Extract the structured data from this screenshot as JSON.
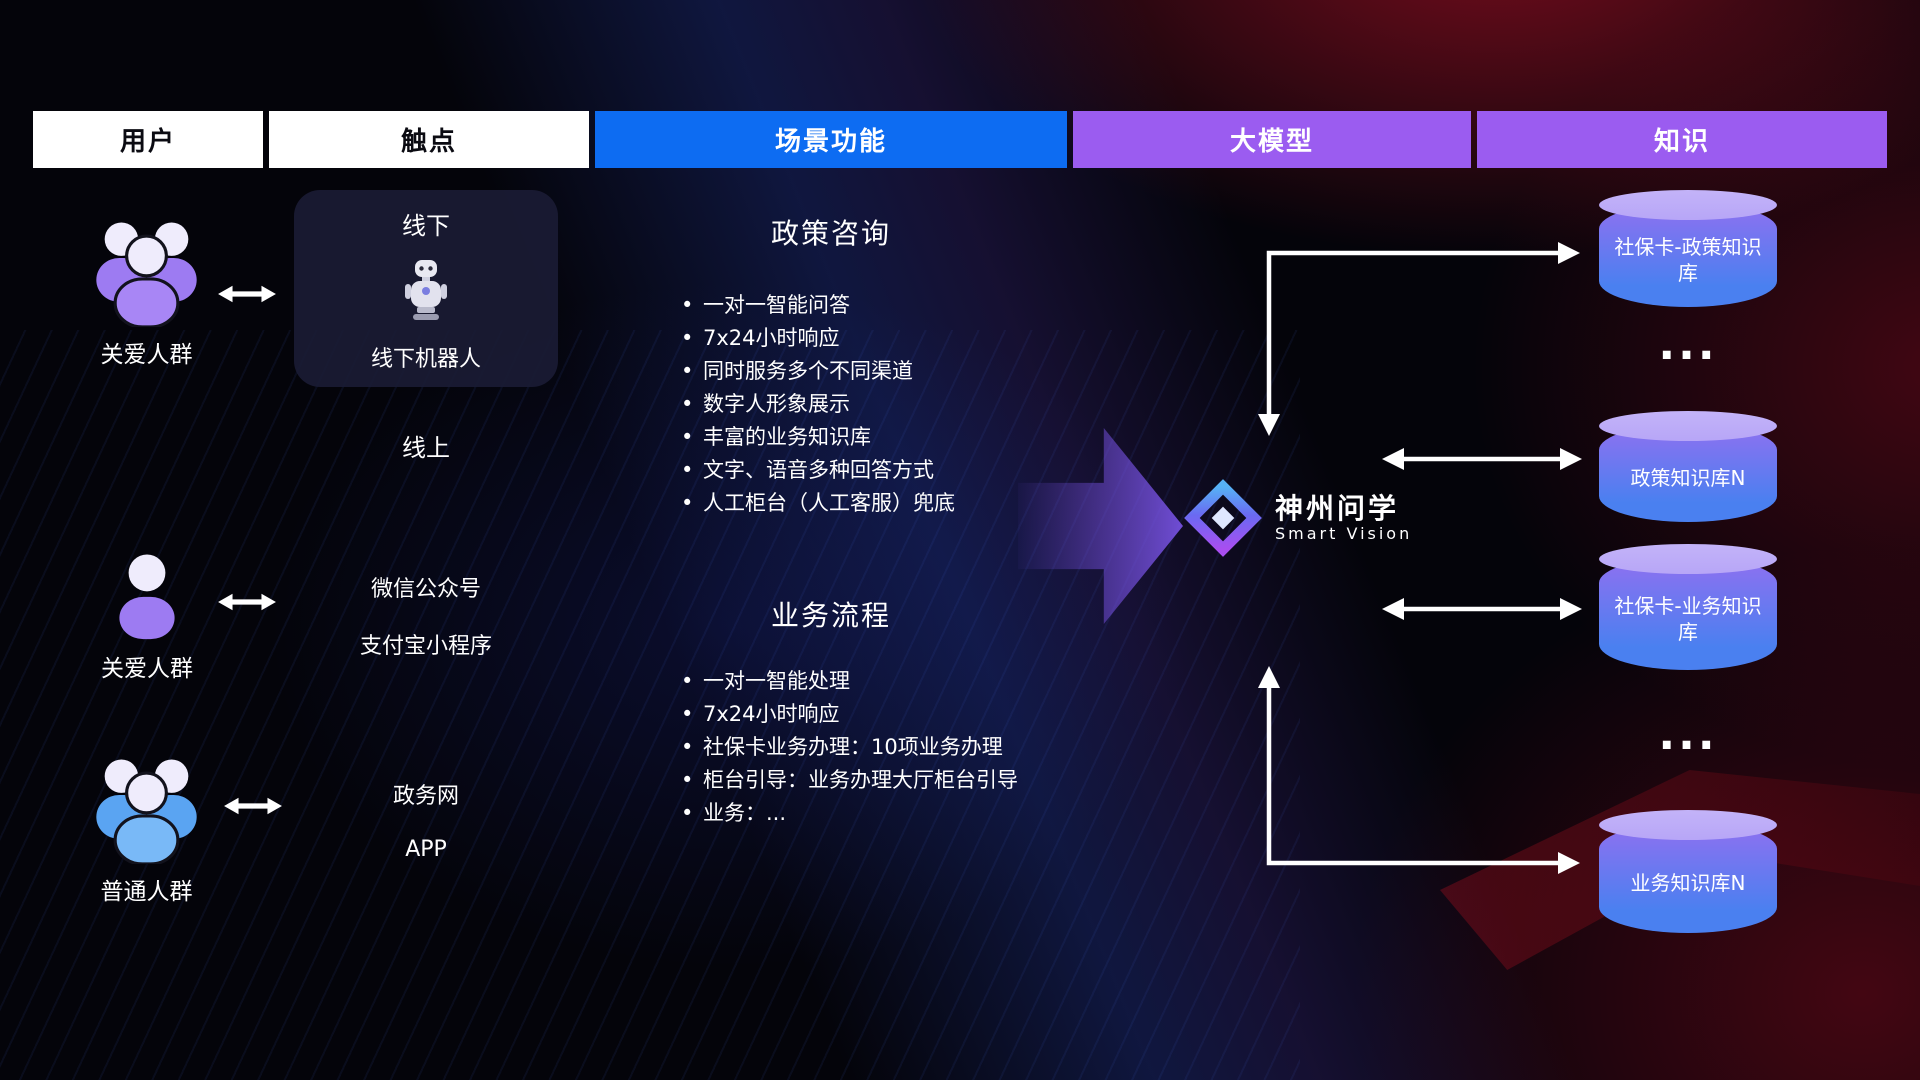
{
  "header": {
    "columns": [
      {
        "label": "用户"
      },
      {
        "label": "触点"
      },
      {
        "label": "场景功能"
      },
      {
        "label": "大模型"
      },
      {
        "label": "知识"
      }
    ]
  },
  "users": [
    {
      "label": "关爱人群",
      "icon": "user-group-icon"
    },
    {
      "label": "关爱人群",
      "icon": "user-single-icon"
    },
    {
      "label": "普通人群",
      "icon": "user-group-icon"
    }
  ],
  "touchpoints": {
    "offline_title": "线下",
    "robot_label": "线下机器人",
    "online_title": "线上",
    "channels": [
      "微信公众号",
      "支付宝小程序",
      "政务网",
      "APP"
    ]
  },
  "scenarios": [
    {
      "title": "政策咨询",
      "items": [
        "一对一智能问答",
        "7x24小时响应",
        "同时服务多个不同渠道",
        "数字人形象展示",
        "丰富的业务知识库",
        "文字、语音多种回答方式",
        "人工柜台（人工客服）兜底"
      ]
    },
    {
      "title": "业务流程",
      "items": [
        "一对一智能处理",
        "7x24小时响应",
        "社保卡业务办理：10项业务办理",
        "柜台引导：业务办理大厅柜台引导",
        "业务：..."
      ]
    }
  ],
  "model": {
    "name": "神州问学",
    "subtitle": "Smart Vision"
  },
  "knowledge": [
    {
      "label": "社保卡-政策知识库"
    },
    {
      "label": "..."
    },
    {
      "label": "政策知识库N"
    },
    {
      "label": "社保卡-业务知识库"
    },
    {
      "label": "..."
    },
    {
      "label": "业务知识库N"
    }
  ],
  "icons": {
    "logo": "diamond-logo-icon",
    "robot": "robot-icon",
    "user_link": "double-arrow-icon"
  },
  "colors": {
    "header_blue": "#0d6cf2",
    "header_purple": "#9b5cf0",
    "arrow_purple": "#7a54e8",
    "user_purple": "#9d7bf2",
    "user_blue": "#5aa4f2",
    "cylinder_top": "#b7a6f7",
    "cylinder_body_top": "#9070f0",
    "cylinder_body_bottom": "#4a80f0"
  }
}
